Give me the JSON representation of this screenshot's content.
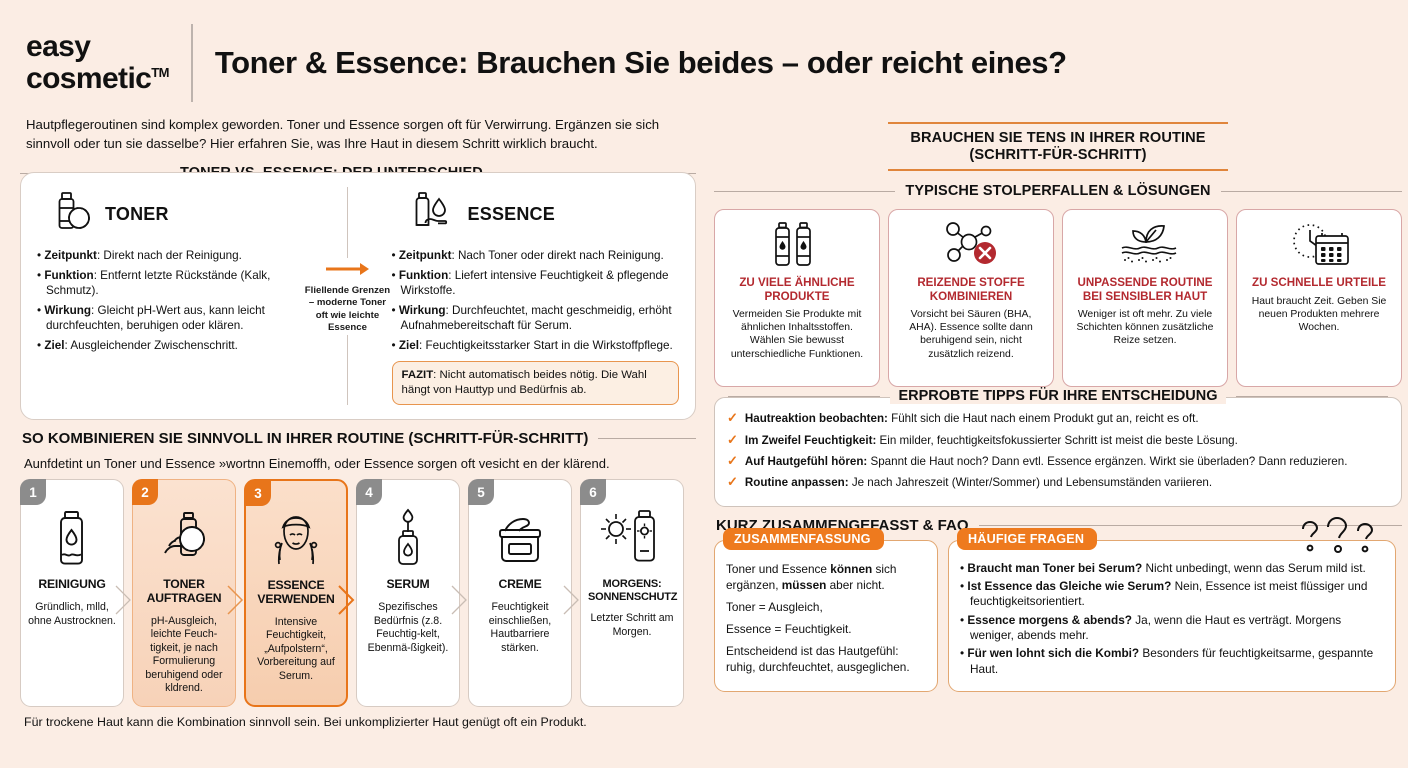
{
  "brand": {
    "line1": "easy",
    "line2": "cosmetic",
    "tm": "TM"
  },
  "headline": "Toner & Essence: Brauchen Sie beides – oder reicht eines?",
  "intro": "Hautpflegeroutinen sind komplex geworden. Toner und Essence sorgen oft für Verwirrung. Ergänzen sie sich sinnvoll oder tun sie dasselbe? Hier erfahren Sie, was Ihre Haut in diesem Schritt wirklich braucht.",
  "colors": {
    "background": "#FBEDE4",
    "accent_orange": "#E8751A",
    "tag_orange": "#EE7A1E",
    "danger_red": "#B3292F",
    "card_white": "#FFFFFF",
    "rule_grey": "#B9ABA3",
    "fazit_bg": "#FCEFE3",
    "fazit_border": "#E8954E"
  },
  "compare": {
    "heading": "TONER VS. ESSENCE: DER UNTERSCHIED",
    "toner": {
      "icon": "toner-bottle-pad-icon",
      "title": "TONER",
      "items": [
        {
          "label": "Zeitpunkt",
          "text": ": Direkt nach der Reinigung."
        },
        {
          "label": "Funktion",
          "text": ": Entfernt letzte Rückstände (Kalk, Schmutz)."
        },
        {
          "label": "Wirkung",
          "text": ": Gleicht pH-Wert aus, kann leicht durchfeuchten, beruhigen oder klären."
        },
        {
          "label": "Ziel",
          "text": ": Ausgleichender Zwischenschritt."
        }
      ]
    },
    "middle": {
      "icon": "right-arrow-icon",
      "text": "Fliellende Grenzen – moderne Toner oft wie leichte Essence"
    },
    "essence": {
      "icon": "essence-bottle-hand-drop-icon",
      "title": "ESSENCE",
      "items": [
        {
          "label": "Zeitpunkt",
          "text": ": Nach Toner oder direkt nach Reinigung."
        },
        {
          "label": "Funktion",
          "text": ": Liefert intensive Feuchtigkeit & pflegende Wirkstoffe."
        },
        {
          "label": "Wirkung",
          "text": ": Durchfeuchtet, macht geschmeidig, erhöht Aufnahmebereitschaft für Serum."
        },
        {
          "label": "Ziel",
          "text": ": Feuchtigkeitsstarker Start in die Wirkstoffpflege."
        }
      ],
      "fazit_label": "FAZIT",
      "fazit_text": ": Nicht automatisch beides nötig. Die Wahl hängt von Hauttyp und Bedürfnis ab."
    }
  },
  "routine": {
    "heading": "SO KOMBINIEREN SIE SINNVOLL IN IHRER ROUTINE (SCHRITT-FÜR-SCHRITT)",
    "subtext": "Aunfdetint un Toner und Essence »wortnn Einemoffh, oder Essence sorgen oft vesicht en der klärend.",
    "footer": "Für trockene Haut kann die Kombination sinnvoll sein. Bei unkomplizierter Haut genügt oft ein Produkt.",
    "steps": [
      {
        "num": "1",
        "icon": "cleanser-tube-icon",
        "name": "REINIGUNG",
        "desc": "Gründlich, mlld, ohne Austrocknen.",
        "style": "plain"
      },
      {
        "num": "2",
        "icon": "toner-pad-hand-icon",
        "name": "TONER AUFTRAGEN",
        "desc": "pH-Ausgleich, leichte Feuch-tigkeit, je nach Formulierung beruhigend oder kldrend.",
        "style": "highlight"
      },
      {
        "num": "3",
        "icon": "face-essence-icon",
        "name": "ESSENCE VERWENDEN",
        "desc": "Intensive Feuchtigkeit, „Aufpolstern“, Vorbereitung auf Serum.",
        "style": "highlight-strong"
      },
      {
        "num": "4",
        "icon": "serum-dropper-icon",
        "name": "SERUM",
        "desc": "Spezifisches Bedürfnis (z.8. Feuchtig-kelt, Ebenmä-ßigkeit).",
        "style": "plain"
      },
      {
        "num": "5",
        "icon": "cream-jar-icon",
        "name": "CREME",
        "desc": "Feuchtigkeit einschließen, Hautbarriere stärken.",
        "style": "plain"
      },
      {
        "num": "6",
        "icon": "sun-sunscreen-icon",
        "name": "MORGENS: SONNENSCHUTZ",
        "desc": "Letzter Schritt am Morgen.",
        "style": "plain"
      }
    ]
  },
  "right_banner": {
    "line1": "BRAUCHEN SIE TENS IN IHRER ROUTINE",
    "line2": "(SCHRITT-FÜR-SCHRITT)"
  },
  "pitfalls": {
    "heading": "TYPISCHE STOLPERFALLEN & LÖSUNGEN",
    "cards": [
      {
        "icon": "two-bottles-icon",
        "title": "ZU VIELE ÄHNLICHE PRODUKTE",
        "desc": "Vermeiden Sie Produkte mit ähnlichen Inhaltsstoffen. Wählen Sie bewusst unterschiedliche Funktionen."
      },
      {
        "icon": "molecule-forbidden-icon",
        "title": "REIZENDE STOFFE KOMBINIEREN",
        "desc": "Vorsicht bei Säuren (BHA, AHA). Essence sollte dann beruhigend sein, nicht zusätzlich reizend."
      },
      {
        "icon": "leaf-sensitive-skin-icon",
        "title": "UNPASSENDE ROUTINE BEI SENSIBLER HAUT",
        "desc": "Weniger ist oft mehr. Zu viele Schichten können zusätzliche Reize setzen."
      },
      {
        "icon": "clock-calendar-icon",
        "title": "ZU SCHNELLE URTEILE",
        "desc": "Haut braucht Zeit. Geben Sie neuen Produkten mehrere Wochen."
      }
    ]
  },
  "tips": {
    "heading": "ERPROBTE TIPPS FÜR IHRE ENTSCHEIDUNG",
    "check_icon": "check-icon",
    "items": [
      {
        "label": "Hautreaktion beobachten:",
        "text": " Fühlt sich die Haut nach einem Produkt gut an, reicht es oft."
      },
      {
        "label": "Im Zweifel Feuchtigkeit:",
        "text": " Ein milder, feuchtigkeitsfokussierter Schritt ist meist die beste Lösung."
      },
      {
        "label": "Auf Hautgefühl hören:",
        "text": " Spannt die Haut noch? Dann evtl. Essence ergänzen. Wirkt sie überladen? Dann reduzieren."
      },
      {
        "label": "Routine anpassen:",
        "text": " Je nach Jahreszeit (Winter/Sommer) und Lebensumständen variieren."
      }
    ]
  },
  "faq_section": {
    "heading": "KURZ ZUSAMMENGEFASST & FAQ",
    "summary": {
      "tag": "ZUSAMMENFASSUNG",
      "lines": [
        {
          "a": "Toner und Essence ",
          "b": "können",
          "c": " sich ergänzen, ",
          "d": "müssen",
          "e": " aber nicht."
        },
        {
          "a": "Toner = Ausgleich,",
          "b": "",
          "c": "",
          "d": "",
          "e": ""
        },
        {
          "a": "Essence = Feuchtigkeit.",
          "b": "",
          "c": "",
          "d": "",
          "e": ""
        },
        {
          "a": "Entscheidend ist das Hautgefühl: ruhig, durchfeuchtet, ausgeglichen.",
          "b": "",
          "c": "",
          "d": "",
          "e": ""
        }
      ]
    },
    "faq": {
      "tag": "HÄUFIGE FRAGEN",
      "decoration_icon": "question-marks-icon",
      "items": [
        {
          "q": "Braucht man Toner bei Serum?",
          "a": " Nicht unbedingt, wenn das Serum mild ist."
        },
        {
          "q": "Ist Essence das Gleiche wie Serum?",
          "a": " Nein, Essence ist meist flüssiger und feuchtigkeitsorientiert."
        },
        {
          "q": "Essence morgens & abends?",
          "a": " Ja, wenn die Haut es verträgt. Morgens weniger, abends mehr."
        },
        {
          "q": "Für wen lohnt sich die Kombi?",
          "a": " Besonders für feuchtigkeitsarme, gespannte Haut."
        }
      ]
    }
  }
}
